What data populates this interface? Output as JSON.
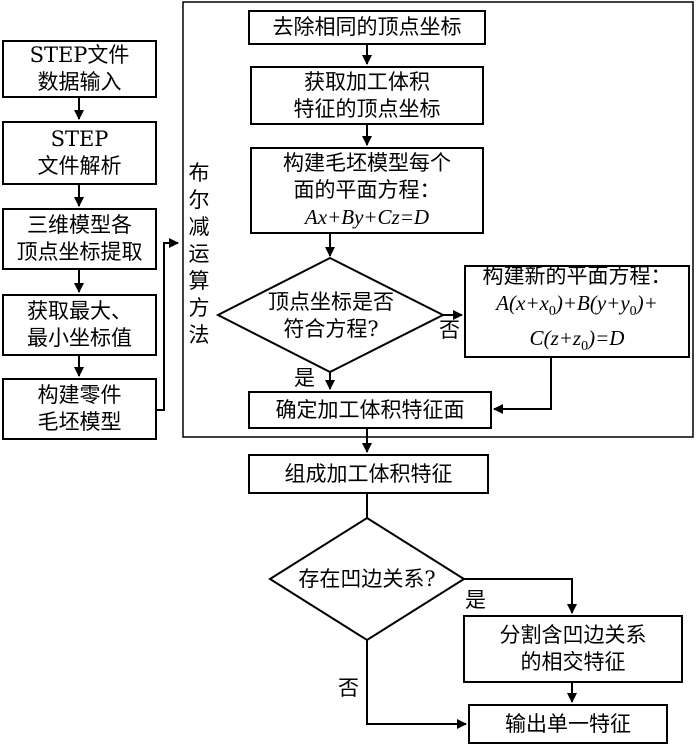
{
  "left_steps": [
    {
      "lines": [
        "STEP文件",
        "数据输入"
      ]
    },
    {
      "lines": [
        "STEP",
        "文件解析"
      ]
    },
    {
      "lines": [
        "三维模型各",
        "顶点坐标提取"
      ]
    },
    {
      "lines": [
        "获取最大、",
        "最小坐标值"
      ]
    },
    {
      "lines": [
        "构建零件",
        "毛坯模型"
      ]
    }
  ],
  "group_label": "布尔减运算方法",
  "right_steps": {
    "remove_duplicates": "去除相同的顶点坐标",
    "get_vertices": [
      "获取加工体积",
      "特征的顶点坐标"
    ],
    "plane_equation": [
      "构建毛坯模型每个",
      "面的平面方程：",
      "Ax+By+Cz=D"
    ],
    "decision_vertex": [
      "顶点坐标是否",
      "符合方程?"
    ],
    "new_equation": [
      "构建新的平面方程：",
      "A(x+x0)+B(y+y0)+",
      "C(z+z0)=D"
    ],
    "determine_faces": "确定加工体积特征面"
  },
  "lower_steps": {
    "compose": "组成加工体积特征",
    "decision_concave": "存在凹边关系?",
    "split": [
      "分割含凹边关系",
      "的相交特征"
    ],
    "output": "输出单一特征"
  },
  "branch_labels": {
    "yes": "是",
    "no": "否"
  }
}
